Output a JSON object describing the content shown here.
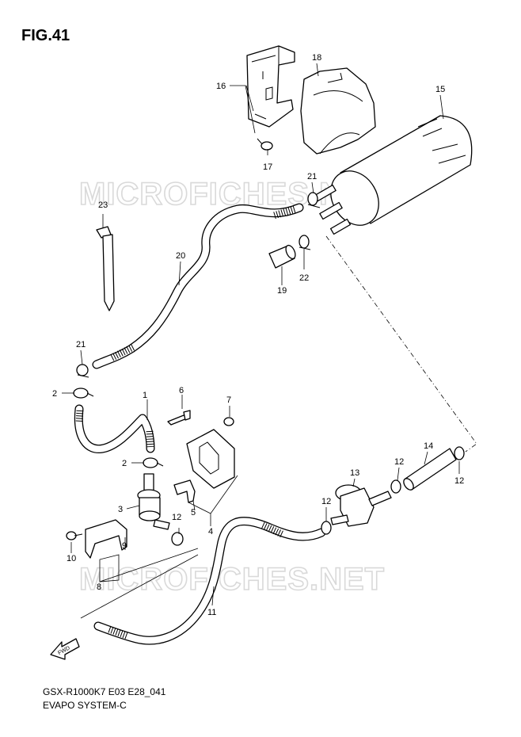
{
  "figure": {
    "title": "FIG.41"
  },
  "watermark": {
    "text": "MICROFICHES.NET"
  },
  "footer": {
    "model": "GSX-R1000K7 E03 E28_041",
    "system": "EVAPO SYSTEM-C"
  },
  "callouts": {
    "p1": "1",
    "p2a": "2",
    "p2b": "2",
    "p3": "3",
    "p4": "4",
    "p5": "5",
    "p6": "6",
    "p7": "7",
    "p8": "8",
    "p9": "9",
    "p10": "10",
    "p11": "11",
    "p12a": "12",
    "p12b": "12",
    "p12c": "12",
    "p12d": "12",
    "p13": "13",
    "p14": "14",
    "p15": "15",
    "p16": "16",
    "p17": "17",
    "p18": "18",
    "p19": "19",
    "p20": "20",
    "p21a": "21",
    "p21b": "21",
    "p22": "22",
    "p23": "23"
  },
  "fwd_arrow": {
    "label": "FWD"
  }
}
